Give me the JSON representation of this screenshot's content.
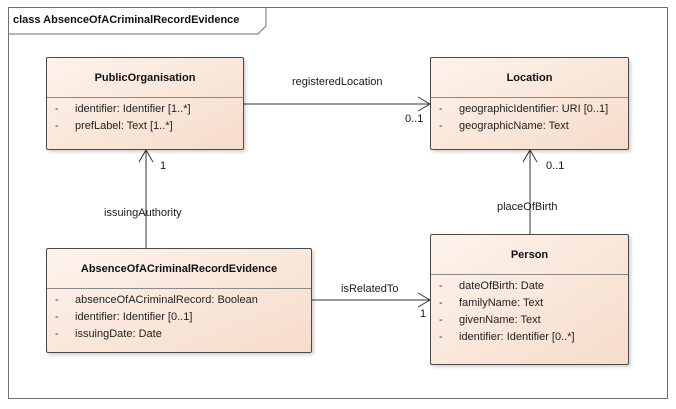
{
  "diagram": {
    "title": "class AbsenceOfACriminalRecordEvidence"
  },
  "classes": {
    "public_organisation": {
      "name": "PublicOrganisation",
      "attributes": [
        {
          "visibility": "-",
          "text": "identifier: Identifier [1..*]"
        },
        {
          "visibility": "-",
          "text": "prefLabel: Text [1..*]"
        }
      ]
    },
    "location": {
      "name": "Location",
      "attributes": [
        {
          "visibility": "-",
          "text": "geographicIdentifier: URI [0..1]"
        },
        {
          "visibility": "-",
          "text": "geographicName: Text"
        }
      ]
    },
    "evidence": {
      "name": "AbsenceOfACriminalRecordEvidence",
      "attributes": [
        {
          "visibility": "-",
          "text": "absenceOfACriminalRecord: Boolean"
        },
        {
          "visibility": "-",
          "text": "identifier: Identifier [0..1]"
        },
        {
          "visibility": "-",
          "text": "issuingDate: Date"
        }
      ]
    },
    "person": {
      "name": "Person",
      "attributes": [
        {
          "visibility": "-",
          "text": "dateOfBirth: Date"
        },
        {
          "visibility": "-",
          "text": "familyName: Text"
        },
        {
          "visibility": "-",
          "text": "givenName: Text"
        },
        {
          "visibility": "-",
          "text": "identifier: Identifier [0..*]"
        }
      ]
    }
  },
  "associations": {
    "registered_location": {
      "role": "registeredLocation",
      "multiplicity": "0..1"
    },
    "issuing_authority": {
      "role": "issuingAuthority",
      "multiplicity": "1"
    },
    "place_of_birth": {
      "role": "placeOfBirth",
      "multiplicity": "0..1"
    },
    "is_related_to": {
      "role": "isRelatedTo",
      "multiplicity": "1"
    }
  },
  "colors": {
    "class_fill_light": "#fdf3ec",
    "class_fill_dark": "#f6dcca",
    "border": "#4a4a4a",
    "line": "#333333"
  }
}
